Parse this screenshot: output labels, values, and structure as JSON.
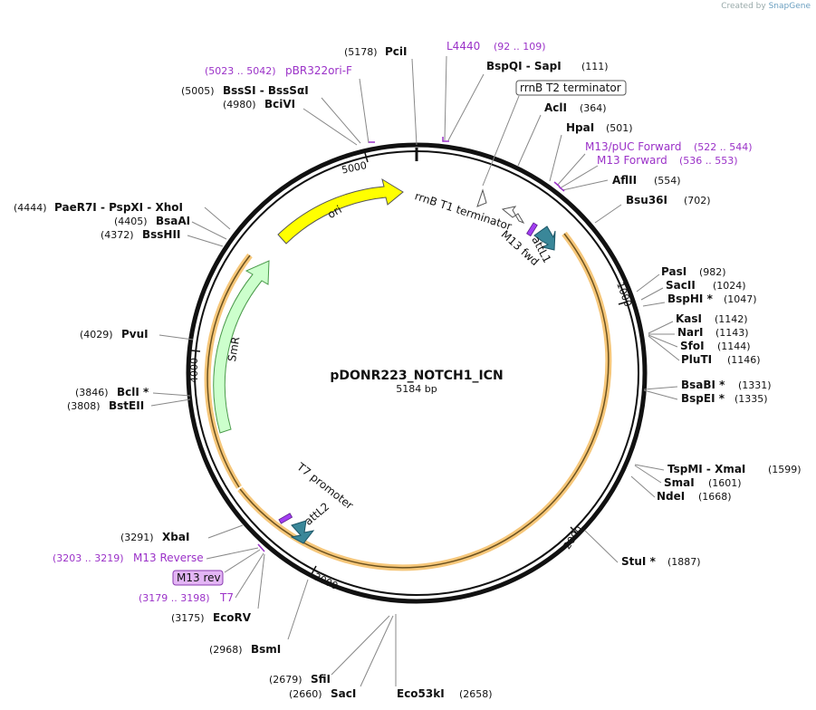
{
  "credit": {
    "prefix": "Created by",
    "brand": "SnapGene"
  },
  "plasmid": {
    "name": "pDONR223_NOTCH1_ICN",
    "length_label": "5184 bp",
    "length": 5184
  },
  "colors": {
    "backbone": "#111111",
    "ori": "#ffff00",
    "smr": "#ccffcc",
    "att": "#3a8799",
    "orf_highlight": "#f6c77a",
    "primer": "#9b32c8",
    "site_text": "#111111"
  },
  "ticks": [
    "1000",
    "2000",
    "3000",
    "4000",
    "5000"
  ],
  "features": [
    {
      "name": "ori",
      "label": "ori",
      "start": 4369,
      "end": 4970,
      "color": "#ffff00"
    },
    {
      "name": "SmR",
      "label": "SmR",
      "start": 3390,
      "end": 4240,
      "color": "#ccffcc"
    },
    {
      "name": "rrnB T1 terminator",
      "label": "rrnB T1 terminator"
    },
    {
      "name": "attL1",
      "label": "attL1"
    },
    {
      "name": "M13 fwd",
      "label": "M13 fwd"
    },
    {
      "name": "T7 promoter",
      "label": "T7 promoter"
    },
    {
      "name": "attL2",
      "label": "attL2"
    },
    {
      "name": "rrnB T2 terminator",
      "label": "rrnB T2 terminator"
    },
    {
      "name": "M13 rev",
      "label": "M13 rev"
    }
  ],
  "sites": [
    {
      "id": "pcii",
      "pos": "(5178)",
      "name": "PciI"
    },
    {
      "id": "l4440",
      "name": "L4440",
      "range": "(92 .. 109)"
    },
    {
      "id": "bspqi",
      "name": "BspQI  -  SapI",
      "pos": "(111)"
    },
    {
      "id": "pbr322",
      "range": "(5023 .. 5042)",
      "name": "pBR322ori-F"
    },
    {
      "id": "bsssi",
      "pos": "(5005)",
      "name": "BssSI  -  BssSαI"
    },
    {
      "id": "bcivi",
      "pos": "(4980)",
      "name": "BciVI"
    },
    {
      "id": "acli",
      "name": "AclI",
      "pos": "(364)"
    },
    {
      "id": "hpai",
      "name": "HpaI",
      "pos": "(501)"
    },
    {
      "id": "m13puc",
      "name": "M13/pUC Forward",
      "range": "(522 .. 544)"
    },
    {
      "id": "m13fwd",
      "name": "M13 Forward",
      "range": "(536 .. 553)"
    },
    {
      "id": "aflii",
      "name": "AflII",
      "pos": "(554)"
    },
    {
      "id": "bsu36i",
      "name": "Bsu36I",
      "pos": "(702)"
    },
    {
      "id": "pasi",
      "name": "PasI",
      "pos": "(982)"
    },
    {
      "id": "sacii",
      "name": "SacII",
      "pos": "(1024)"
    },
    {
      "id": "bsphi",
      "name": "BspHI *",
      "pos": "(1047)"
    },
    {
      "id": "kasi",
      "name": "KasI",
      "pos": "(1142)"
    },
    {
      "id": "nari",
      "name": "NarI",
      "pos": "(1143)"
    },
    {
      "id": "sfoi",
      "name": "SfoI",
      "pos": "(1144)"
    },
    {
      "id": "pluti",
      "name": "PluTI",
      "pos": "(1146)"
    },
    {
      "id": "bsabi",
      "name": "BsaBI *",
      "pos": "(1331)"
    },
    {
      "id": "bspei",
      "name": "BspEI *",
      "pos": "(1335)"
    },
    {
      "id": "tspmi",
      "name": "TspMI  -  XmaI",
      "pos": "(1599)"
    },
    {
      "id": "smai",
      "name": "SmaI",
      "pos": "(1601)"
    },
    {
      "id": "ndei",
      "name": "NdeI",
      "pos": "(1668)"
    },
    {
      "id": "stui",
      "name": "StuI *",
      "pos": "(1887)"
    },
    {
      "id": "paer7i",
      "pos": "(4444)",
      "name": "PaeR7I  -  PspXI  -  XhoI"
    },
    {
      "id": "bsaai",
      "pos": "(4405)",
      "name": "BsaAI"
    },
    {
      "id": "bsshii",
      "pos": "(4372)",
      "name": "BssHII"
    },
    {
      "id": "pvui",
      "pos": "(4029)",
      "name": "PvuI"
    },
    {
      "id": "bcli",
      "pos": "(3846)",
      "name": "BclI *"
    },
    {
      "id": "bsteii",
      "pos": "(3808)",
      "name": "BstEII"
    },
    {
      "id": "xbai",
      "pos": "(3291)",
      "name": "XbaI"
    },
    {
      "id": "m13rev",
      "range": "(3203 .. 3219)",
      "name": "M13 Reverse"
    },
    {
      "id": "t7",
      "range": "(3179 .. 3198)",
      "name": "T7"
    },
    {
      "id": "ecorv",
      "pos": "(3175)",
      "name": "EcoRV"
    },
    {
      "id": "bsmi",
      "pos": "(2968)",
      "name": "BsmI"
    },
    {
      "id": "sfii",
      "pos": "(2679)",
      "name": "SfiI"
    },
    {
      "id": "saci",
      "pos": "(2660)",
      "name": "SacI"
    },
    {
      "id": "eco53ki",
      "name": "Eco53kI",
      "pos": "(2658)"
    }
  ]
}
